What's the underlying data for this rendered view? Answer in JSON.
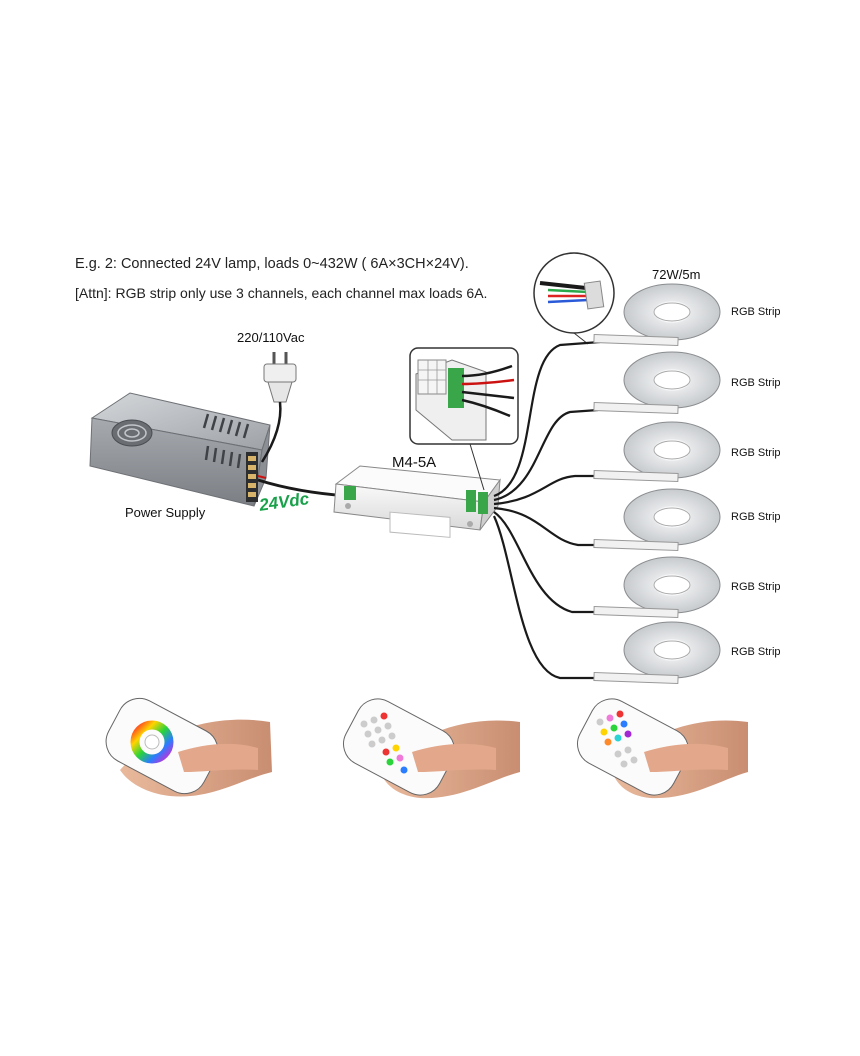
{
  "header": {
    "line1": "E.g. 2: Connected 24V lamp, loads 0~432W ( 6A×3CH×24V).",
    "line2": "[Attn]: RGB strip only use 3 channels, each channel max loads 6A."
  },
  "labels": {
    "mains": "220/110Vac",
    "power_supply": "Power Supply",
    "voltage": "24Vdc",
    "controller": "M4-5A",
    "strip_power": "72W/5m"
  },
  "strips": [
    {
      "label": "RGB Strip"
    },
    {
      "label": "RGB Strip"
    },
    {
      "label": "RGB Strip"
    },
    {
      "label": "RGB Strip"
    },
    {
      "label": "RGB Strip"
    },
    {
      "label": "RGB Strip"
    }
  ],
  "remotes": [
    {
      "icon": "color-wheel-remote-icon"
    },
    {
      "icon": "button-remote-icon"
    },
    {
      "icon": "button-remote-icon"
    }
  ],
  "colors": {
    "voltage_text": "#19a14a",
    "wire": "#1a1a1a",
    "metal": "#b9bcc0",
    "controller_body": "#f2f2f2"
  }
}
